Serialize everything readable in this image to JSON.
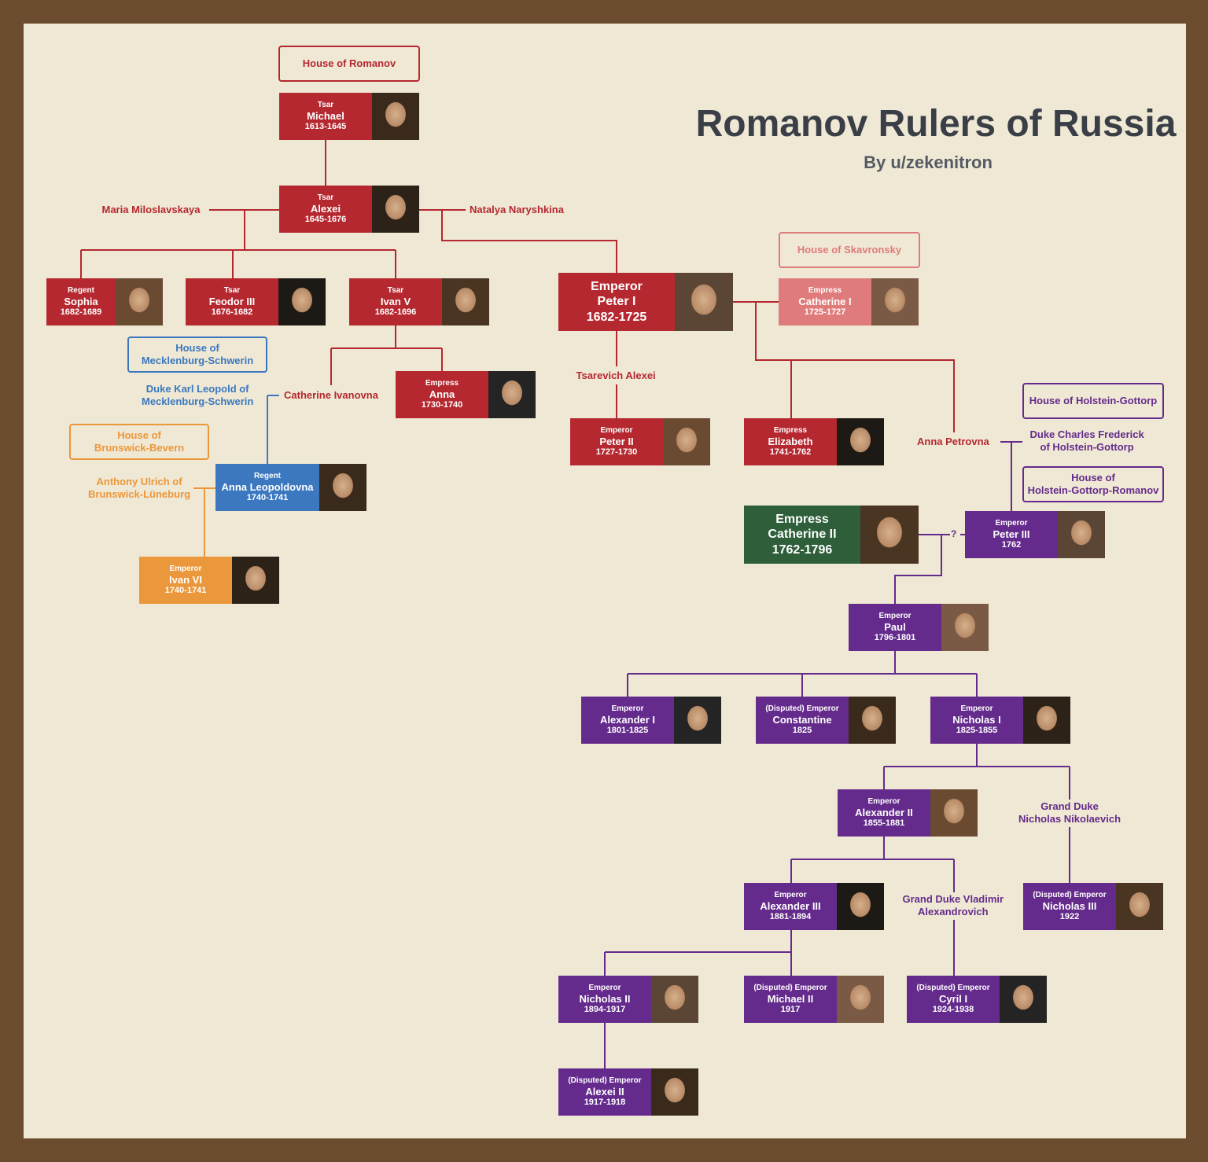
{
  "title": "Romanov Rulers of Russia",
  "byline": "By u/zekenitron",
  "houses": {
    "romanov": "House of Romanov",
    "skavronsky": "House of Skavronsky",
    "mecklenburg": [
      "House of",
      "Mecklenburg-Schwerin"
    ],
    "brunswick": [
      "House of",
      "Brunswick-Bevern"
    ],
    "holstein": "House of Holstein-Gottorp",
    "holstein_romanov": [
      "House of",
      "Holstein-Gottorp-Romanov"
    ]
  },
  "labels": {
    "maria": "Maria Miloslavskaya",
    "natalya": "Natalya Naryshkina",
    "tsarevich_alexei": "Tsarevich Alexei",
    "catherine_ivanovna": "Catherine Ivanovna",
    "karl_leopold": [
      "Duke Karl Leopold of",
      "Mecklenburg-Schwerin"
    ],
    "anthony_ulrich": [
      "Anthony Ulrich of",
      "Brunswick-Lüneburg"
    ],
    "anna_petrovna": "Anna Petrovna",
    "charles_frederick": [
      "Duke Charles Frederick",
      "of Holstein-Gottorp"
    ],
    "nicholas_nikolaevich": [
      "Grand Duke",
      "Nicholas Nikolaevich"
    ],
    "vladimir": [
      "Grand Duke Vladimir",
      "Alexandrovich"
    ],
    "question": "?"
  },
  "rulers": {
    "michael": {
      "title": "Tsar",
      "name": "Michael",
      "years": "1613-1645"
    },
    "alexei": {
      "title": "Tsar",
      "name": "Alexei",
      "years": "1645-1676"
    },
    "sophia": {
      "title": "Regent",
      "name": "Sophia",
      "years": "1682-1689"
    },
    "feodor3": {
      "title": "Tsar",
      "name": "Feodor III",
      "years": "1676-1682"
    },
    "ivan5": {
      "title": "Tsar",
      "name": "Ivan V",
      "years": "1682-1696"
    },
    "peter1": {
      "title": "Emperor",
      "name": "Peter I",
      "years": "1682-1725"
    },
    "catherine1": {
      "title": "Empress",
      "name": "Catherine I",
      "years": "1725-1727"
    },
    "anna": {
      "title": "Empress",
      "name": "Anna",
      "years": "1730-1740"
    },
    "anna_leopoldovna": {
      "title": "Regent",
      "name": "Anna Leopoldovna",
      "years": "1740-1741"
    },
    "ivan6": {
      "title": "Emperor",
      "name": "Ivan VI",
      "years": "1740-1741"
    },
    "peter2": {
      "title": "Emperor",
      "name": "Peter II",
      "years": "1727-1730"
    },
    "elizabeth": {
      "title": "Empress",
      "name": "Elizabeth",
      "years": "1741-1762"
    },
    "catherine2": {
      "title": "Empress",
      "name": "Catherine II",
      "years": "1762-1796"
    },
    "peter3": {
      "title": "Emperor",
      "name": "Peter III",
      "years": "1762"
    },
    "paul": {
      "title": "Emperor",
      "name": "Paul",
      "years": "1796-1801"
    },
    "alexander1": {
      "title": "Emperor",
      "name": "Alexander I",
      "years": "1801-1825"
    },
    "constantine": {
      "title": "(Disputed) Emperor",
      "name": "Constantine",
      "years": "1825"
    },
    "nicholas1": {
      "title": "Emperor",
      "name": "Nicholas I",
      "years": "1825-1855"
    },
    "alexander2": {
      "title": "Emperor",
      "name": "Alexander II",
      "years": "1855-1881"
    },
    "alexander3": {
      "title": "Emperor",
      "name": "Alexander III",
      "years": "1881-1894"
    },
    "nicholas3": {
      "title": "(Disputed) Emperor",
      "name": "Nicholas III",
      "years": "1922"
    },
    "nicholas2": {
      "title": "Emperor",
      "name": "Nicholas II",
      "years": "1894-1917"
    },
    "michael2": {
      "title": "(Disputed) Emperor",
      "name": "Michael II",
      "years": "1917"
    },
    "cyril1": {
      "title": "(Disputed) Emperor",
      "name": "Cyril I",
      "years": "1924-1938"
    },
    "alexei2": {
      "title": "(Disputed) Emperor",
      "name": "Alexei II",
      "years": "1917-1918"
    }
  },
  "colors": {
    "romanov": "#b5282f",
    "skavronsky": "#e07b7b",
    "mecklenburg": "#3b78c0",
    "brunswick": "#eb973b",
    "holstein": "#642b8c",
    "catherine2": "#2e5f3a",
    "frame": "#6b4c2e",
    "background": "#efe8d4"
  }
}
